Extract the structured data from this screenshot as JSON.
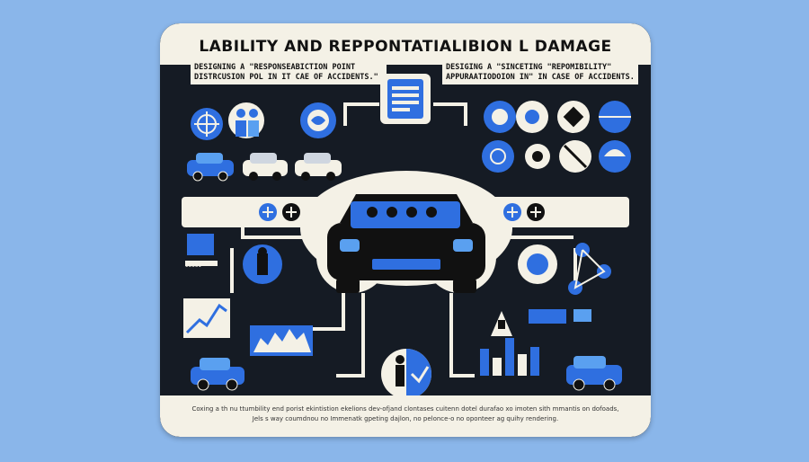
{
  "title": "LABILITY AND REPPONTATIALIBION L DAMAGE",
  "subtitle_left": "DESIGNING A \"RESPONSEABICTION POINT DISTRCUSION POL IN IT CAE OF ACCIDENTS.\"",
  "subtitle_right": "DESIGING A \"SINCETING \"REPOMIBILITY\" APPURAATIODOION IN\" IN CASE OF ACCIDENTS.",
  "footer": "Coxing a th nu ttumbility end porist ekintistion ekelions dev-ofjand clontases cuitenn dotel durafao xo imoten sith mmantis on dofoads, Jels s way coumdnou no Immenatk gpeting dajlon, no pelonce-o no oponteer ag quihy rendering.",
  "chip_labels": {
    "left_chart": "ISOOI"
  },
  "icons": {
    "left_top": [
      "crosshair-icon",
      "people-care-icon",
      "brain-icon"
    ],
    "left_cars": [
      "car-icon",
      "car-icon",
      "car-icon"
    ],
    "right_top": [
      "target-icon",
      "settings-icon",
      "cube-icon",
      "globe-icon"
    ],
    "right_mid": [
      "gear-icon",
      "badge-icon",
      "no-sign-icon",
      "parachute-icon"
    ],
    "plus_buttons": [
      "plus-icon",
      "plus-icon",
      "plus-icon",
      "plus-icon"
    ]
  },
  "colors": {
    "background": "#8ab6ea",
    "board": "#151b24",
    "cream": "#f4f1e6",
    "accent_blue": "#2f6fe0",
    "light_blue": "#5aa0f0"
  }
}
